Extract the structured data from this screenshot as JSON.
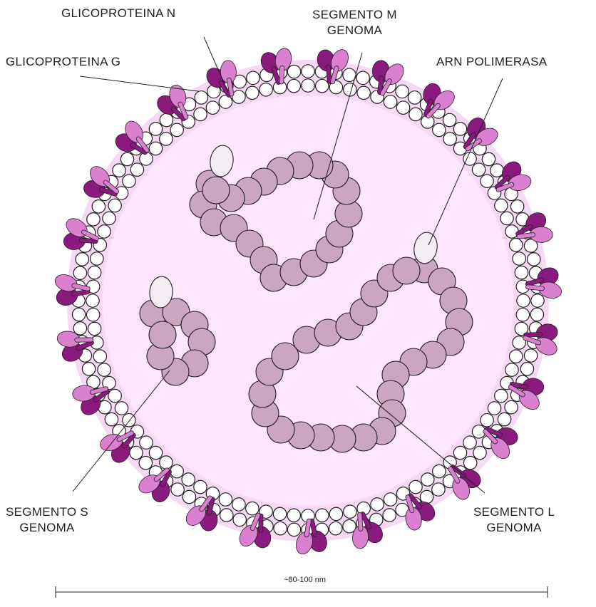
{
  "labels": {
    "glycoprotein_n": "GLICOPROTEINA N",
    "glycoprotein_g": "GLICOPROTEINA G",
    "segment_m": {
      "line1": "SEGMENTO  M",
      "line2": "GENOMA"
    },
    "rna_polymerase": "ARN POLIMERASA",
    "segment_s": {
      "line1": "SEGMENTO  S",
      "line2": "GENOMA"
    },
    "segment_l": {
      "line1": "SEGMENTO  L",
      "line2": "GENOMA"
    }
  },
  "scale": {
    "value": "~80-100",
    "unit": "nm"
  },
  "colors": {
    "interior": "#fbe6fb",
    "membrane_ring": "#f6d9f4",
    "lipid_outline": "#231f20",
    "glycoprotein_dark": "#8b1a7f",
    "glycoprotein_light": "#db7fd0",
    "nucleocapsid": "#caa6c2",
    "polymerase": "#f3ecf3",
    "leader_line": "#231f20"
  }
}
